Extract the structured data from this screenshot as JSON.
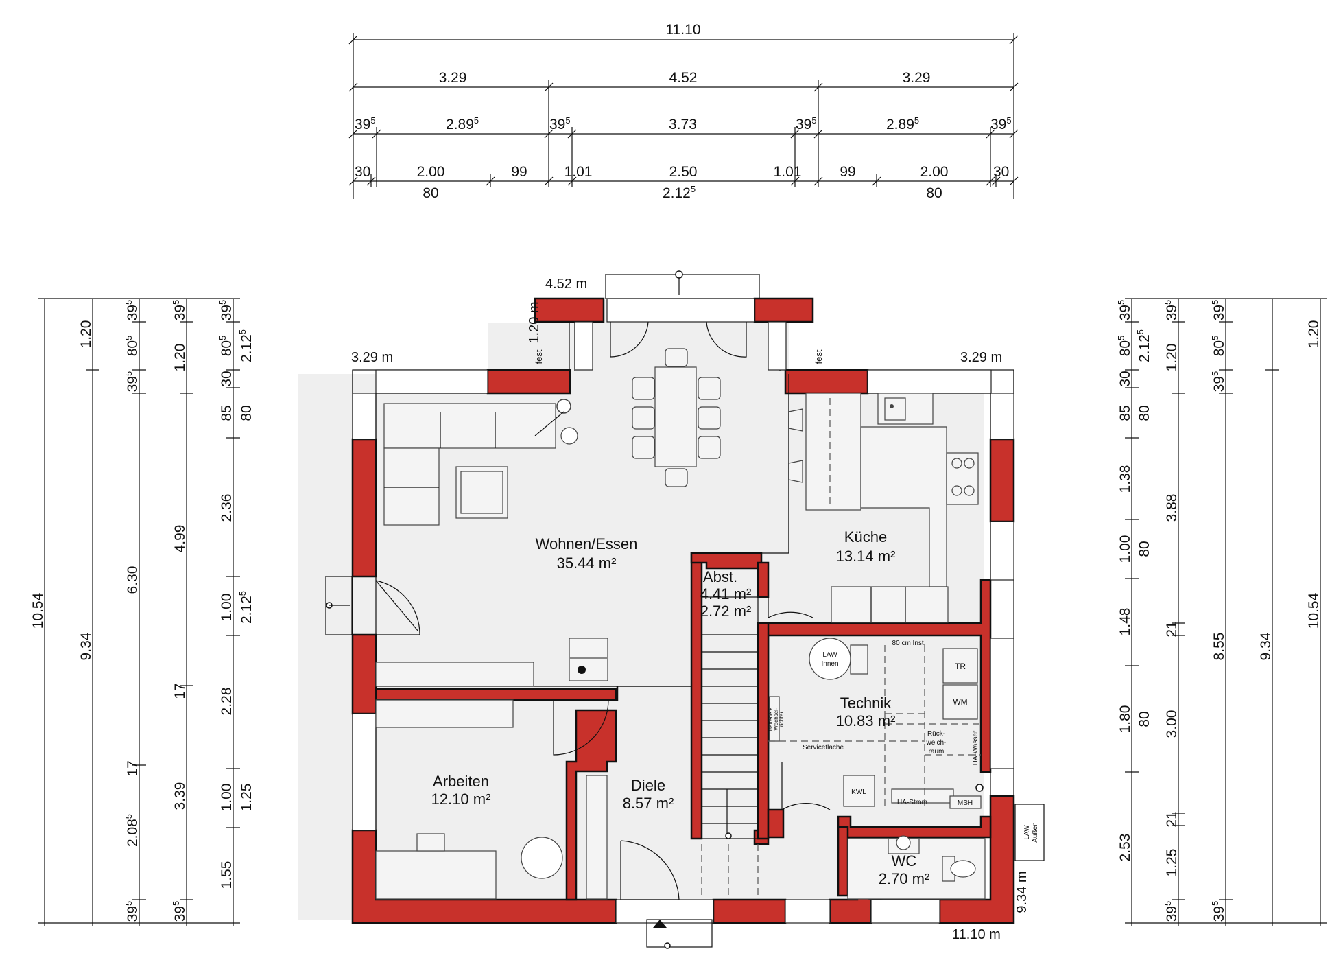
{
  "top_dimensions": {
    "total": "11.10",
    "row2": [
      "3.29",
      "4.52",
      "3.29"
    ],
    "row3": [
      {
        "main": "39",
        "sup": "5"
      },
      {
        "main": "2.89",
        "sup": "5"
      },
      {
        "main": "39",
        "sup": "5"
      },
      {
        "main": "3.73",
        "sup": ""
      },
      {
        "main": "39",
        "sup": "5"
      },
      {
        "main": "2.89",
        "sup": "5"
      },
      {
        "main": "39",
        "sup": "5"
      }
    ],
    "row4": [
      "30",
      "2.00",
      "99",
      "1.01",
      "2.50",
      "1.01",
      "99",
      "2.00",
      "30"
    ],
    "row4_below": [
      {
        "main": "80",
        "sup": ""
      },
      {
        "main": "2.12",
        "sup": "5"
      },
      {
        "main": "80",
        "sup": ""
      }
    ]
  },
  "left_dimensions": {
    "col1": [
      "10.54"
    ],
    "col2": [
      "1.20",
      "9.34"
    ],
    "col3": [
      {
        "main": "39",
        "sup": "5"
      },
      {
        "main": "80",
        "sup": "5"
      },
      {
        "main": "39",
        "sup": "5"
      },
      {
        "main": "6.30",
        "sup": ""
      },
      {
        "main": "17",
        "sup": ""
      },
      {
        "main": "2.08",
        "sup": "5"
      },
      {
        "main": "39",
        "sup": "5"
      }
    ],
    "col4": [
      {
        "main": "39",
        "sup": "5"
      },
      {
        "main": "1.20",
        "sup": ""
      },
      {
        "main": "4.99",
        "sup": ""
      },
      {
        "main": "17",
        "sup": ""
      },
      {
        "main": "3.39",
        "sup": ""
      },
      {
        "main": "39",
        "sup": "5"
      }
    ],
    "col5": [
      {
        "main": "39",
        "sup": "5"
      },
      {
        "main": "80",
        "sup": "5"
      },
      {
        "main": "30",
        "sup": ""
      },
      {
        "main": "85",
        "sup": ""
      },
      {
        "main": "2.36",
        "sup": ""
      },
      {
        "main": "1.00",
        "sup": ""
      },
      {
        "main": "2.28",
        "sup": ""
      },
      {
        "main": "1.00",
        "sup": ""
      },
      {
        "main": "1.55",
        "sup": ""
      }
    ],
    "col6": [
      {
        "main": "2.12",
        "sup": "5"
      },
      {
        "main": "80",
        "sup": ""
      },
      {
        "main": "2.12",
        "sup": "5"
      },
      {
        "main": "1.25",
        "sup": ""
      }
    ]
  },
  "right_dimensions": {
    "col1": [
      {
        "main": "39",
        "sup": "5"
      },
      {
        "main": "80",
        "sup": "5"
      },
      {
        "main": "30",
        "sup": ""
      },
      {
        "main": "85",
        "sup": ""
      },
      {
        "main": "1.38",
        "sup": ""
      },
      {
        "main": "1.00",
        "sup": ""
      },
      {
        "main": "1.48",
        "sup": ""
      },
      {
        "main": "1.80",
        "sup": ""
      },
      {
        "main": "2.53",
        "sup": ""
      }
    ],
    "col2": [
      {
        "main": "2.12",
        "sup": "5"
      },
      {
        "main": "80",
        "sup": ""
      },
      {
        "main": "80",
        "sup": ""
      },
      {
        "main": "80",
        "sup": ""
      }
    ],
    "col3": [
      {
        "main": "39",
        "sup": "5"
      },
      {
        "main": "1.20",
        "sup": ""
      },
      {
        "main": "3.88",
        "sup": ""
      },
      {
        "main": "21",
        "sup": ""
      },
      {
        "main": "3.00",
        "sup": ""
      },
      {
        "main": "21",
        "sup": ""
      },
      {
        "main": "1.25",
        "sup": ""
      },
      {
        "main": "39",
        "sup": "5"
      }
    ],
    "col4": [
      {
        "main": "39",
        "sup": "5"
      },
      {
        "main": "80",
        "sup": "5"
      },
      {
        "main": "39",
        "sup": "5"
      },
      {
        "main": "8.55",
        "sup": ""
      },
      {
        "main": "39",
        "sup": "5"
      }
    ],
    "col5": [
      "9.34"
    ],
    "col6": [
      "1.20",
      "10.54"
    ]
  },
  "plan_labels": {
    "dim_452": "4.52 m",
    "dim_120": "1.20 m",
    "dim_329_left": "3.29 m",
    "dim_329_right": "3.29 m",
    "dim_934": "9.34 m",
    "dim_1110": "11.10 m",
    "fest_left": "fest",
    "fest_right": "fest"
  },
  "rooms": {
    "wohnen": {
      "name": "Wohnen/Essen",
      "area": "35.44 m²"
    },
    "kueche": {
      "name": "Küche",
      "area": "13.14 m²"
    },
    "abst": {
      "name": "Abst.",
      "area1": "4.41 m²",
      "area2": "2.72 m²"
    },
    "technik": {
      "name": "Technik",
      "area": "10.83 m²"
    },
    "arbeiten": {
      "name": "Arbeiten",
      "area": "12.10 m²"
    },
    "diele": {
      "name": "Diele",
      "area": "8.57 m²"
    },
    "wc": {
      "name": "WC",
      "area": "2.70 m²"
    }
  },
  "equipment": {
    "law_innen_1": "LAW",
    "law_innen_2": "Innen",
    "tr": "TR",
    "wm": "WM",
    "inst": "80 cm Inst.",
    "service": "Servicefläche",
    "rueck_1": "Rück-",
    "rueck_2": "weich-",
    "rueck_3": "raum",
    "ha_wasser": "HA-Wasser",
    "kwl": "KWL",
    "ha_strom": "HA-Strom",
    "msh": "MSH",
    "batterie_1": "Batterie +",
    "batterie_2": "Wechsel-",
    "batterie_3": "richter",
    "law_aussen_1": "LAW",
    "law_aussen_2": "Außen"
  },
  "colors": {
    "wall": "#c8312b",
    "floor": "#efefef"
  }
}
